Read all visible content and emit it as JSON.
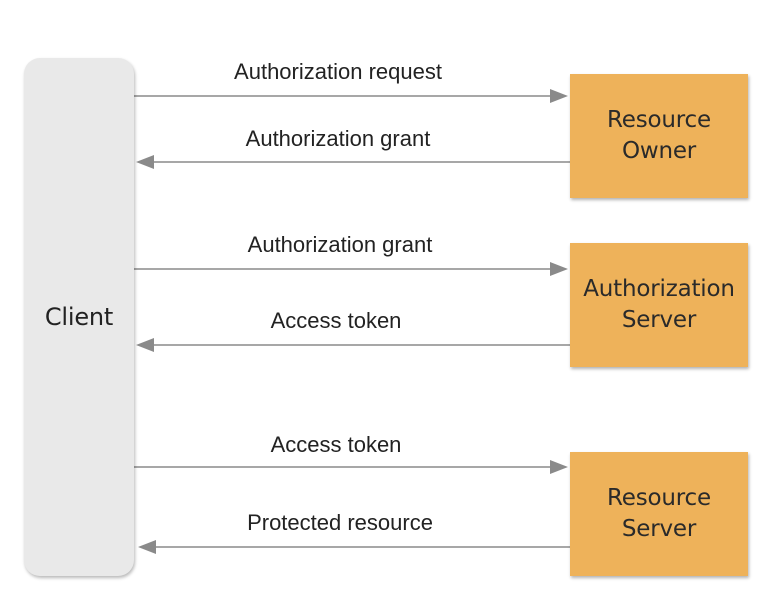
{
  "client": {
    "label": "Client"
  },
  "servers": [
    {
      "line1": "Resource",
      "line2": "Owner"
    },
    {
      "line1": "Authorization",
      "line2": "Server"
    },
    {
      "line1": "Resource",
      "line2": "Server"
    }
  ],
  "messages": [
    {
      "label": "Authorization request",
      "direction": "to-server"
    },
    {
      "label": "Authorization grant",
      "direction": "to-client"
    },
    {
      "label": "Authorization grant",
      "direction": "to-server"
    },
    {
      "label": "Access token",
      "direction": "to-client"
    },
    {
      "label": "Access token",
      "direction": "to-server"
    },
    {
      "label": "Protected resource",
      "direction": "to-client"
    }
  ],
  "colors": {
    "client_fill": "#e9e9e9",
    "server_fill": "#eeb25a",
    "arrow": "#8a8a8a",
    "text": "#222222"
  }
}
